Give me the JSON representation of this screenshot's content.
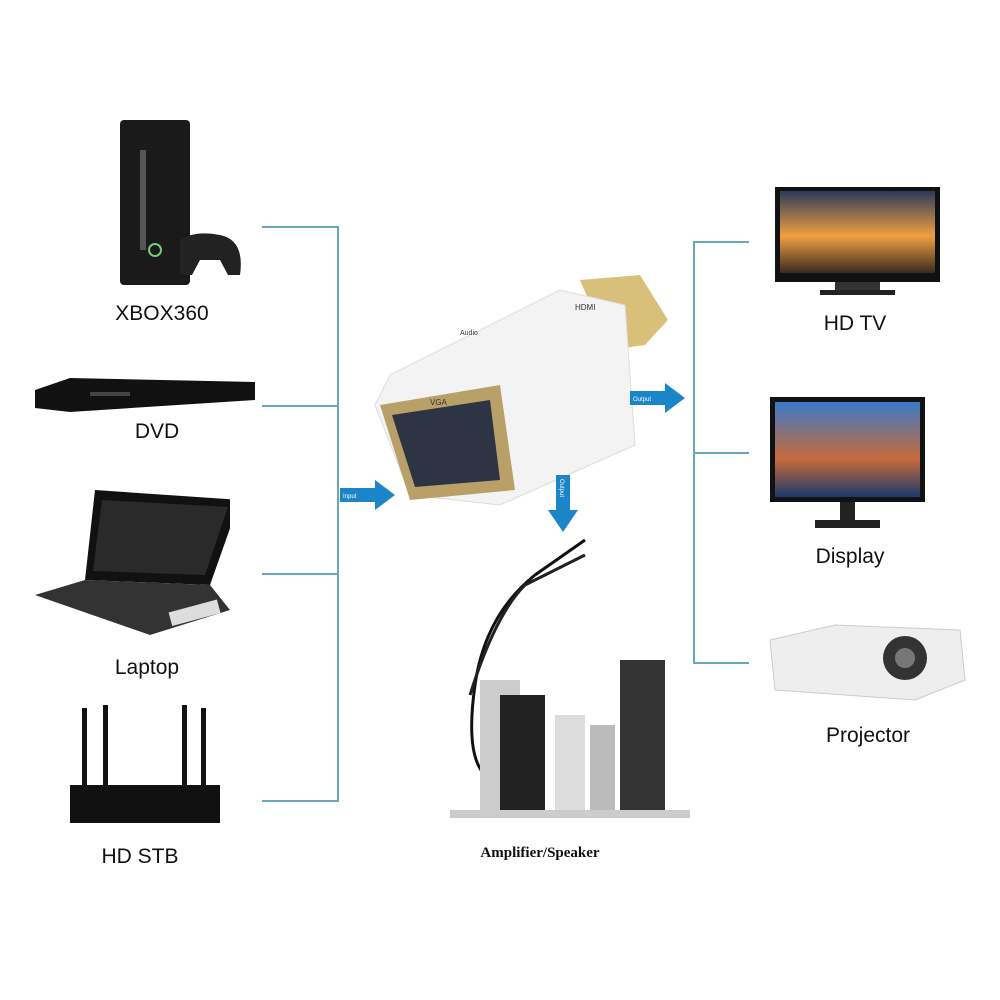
{
  "sources": [
    {
      "label": "XBOX360"
    },
    {
      "label": "DVD"
    },
    {
      "label": "Laptop"
    },
    {
      "label": "HD STB"
    }
  ],
  "outputs": [
    {
      "label": "HD TV"
    },
    {
      "label": "Display"
    },
    {
      "label": "Projector"
    }
  ],
  "audio": {
    "label": "Amplifier/Speaker"
  },
  "adapter": {
    "hdmi": "HDMI",
    "audio": "Audio",
    "vga": "VGA"
  },
  "arrows": {
    "input": "Input",
    "output_video": "Output",
    "output_audio": "Output"
  },
  "colors": {
    "line": "#6aa8b8",
    "arrow": "#1a86c8"
  }
}
